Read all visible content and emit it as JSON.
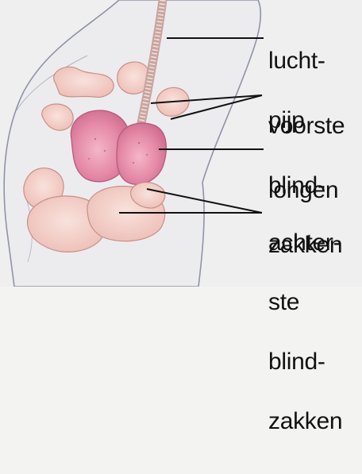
{
  "labels": {
    "trachea": [
      "lucht-",
      "pijp"
    ],
    "front_air_sacs": [
      "voorste",
      "blind-",
      "zakken"
    ],
    "lungs": [
      "longen"
    ],
    "rear_air_sacs": [
      "achter-",
      "ste",
      "blind-",
      "zakken"
    ]
  },
  "colors": {
    "background": "#f3f3f1",
    "body_outline": "#8a8fa3",
    "air_sac_fill": "#f2c7c2",
    "lung_fill": "#e58aa8",
    "leader_line": "#111111"
  }
}
